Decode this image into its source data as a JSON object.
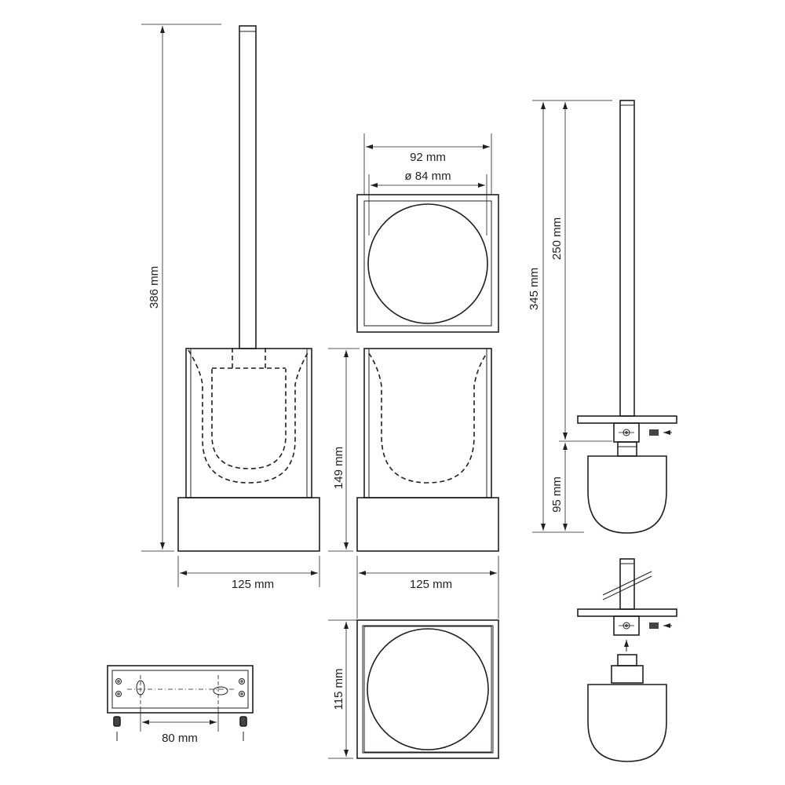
{
  "dimensions": {
    "total_height": "386 mm",
    "width_front": "125 mm",
    "width_side": "125 mm",
    "container_height": "149 mm",
    "outer_width": "92 mm",
    "inner_diameter": "ø 84 mm",
    "depth": "115 mm",
    "handle_length": "250 mm",
    "brush_total": "345 mm",
    "brush_head": "95 mm",
    "hole_spacing": "80 mm"
  }
}
